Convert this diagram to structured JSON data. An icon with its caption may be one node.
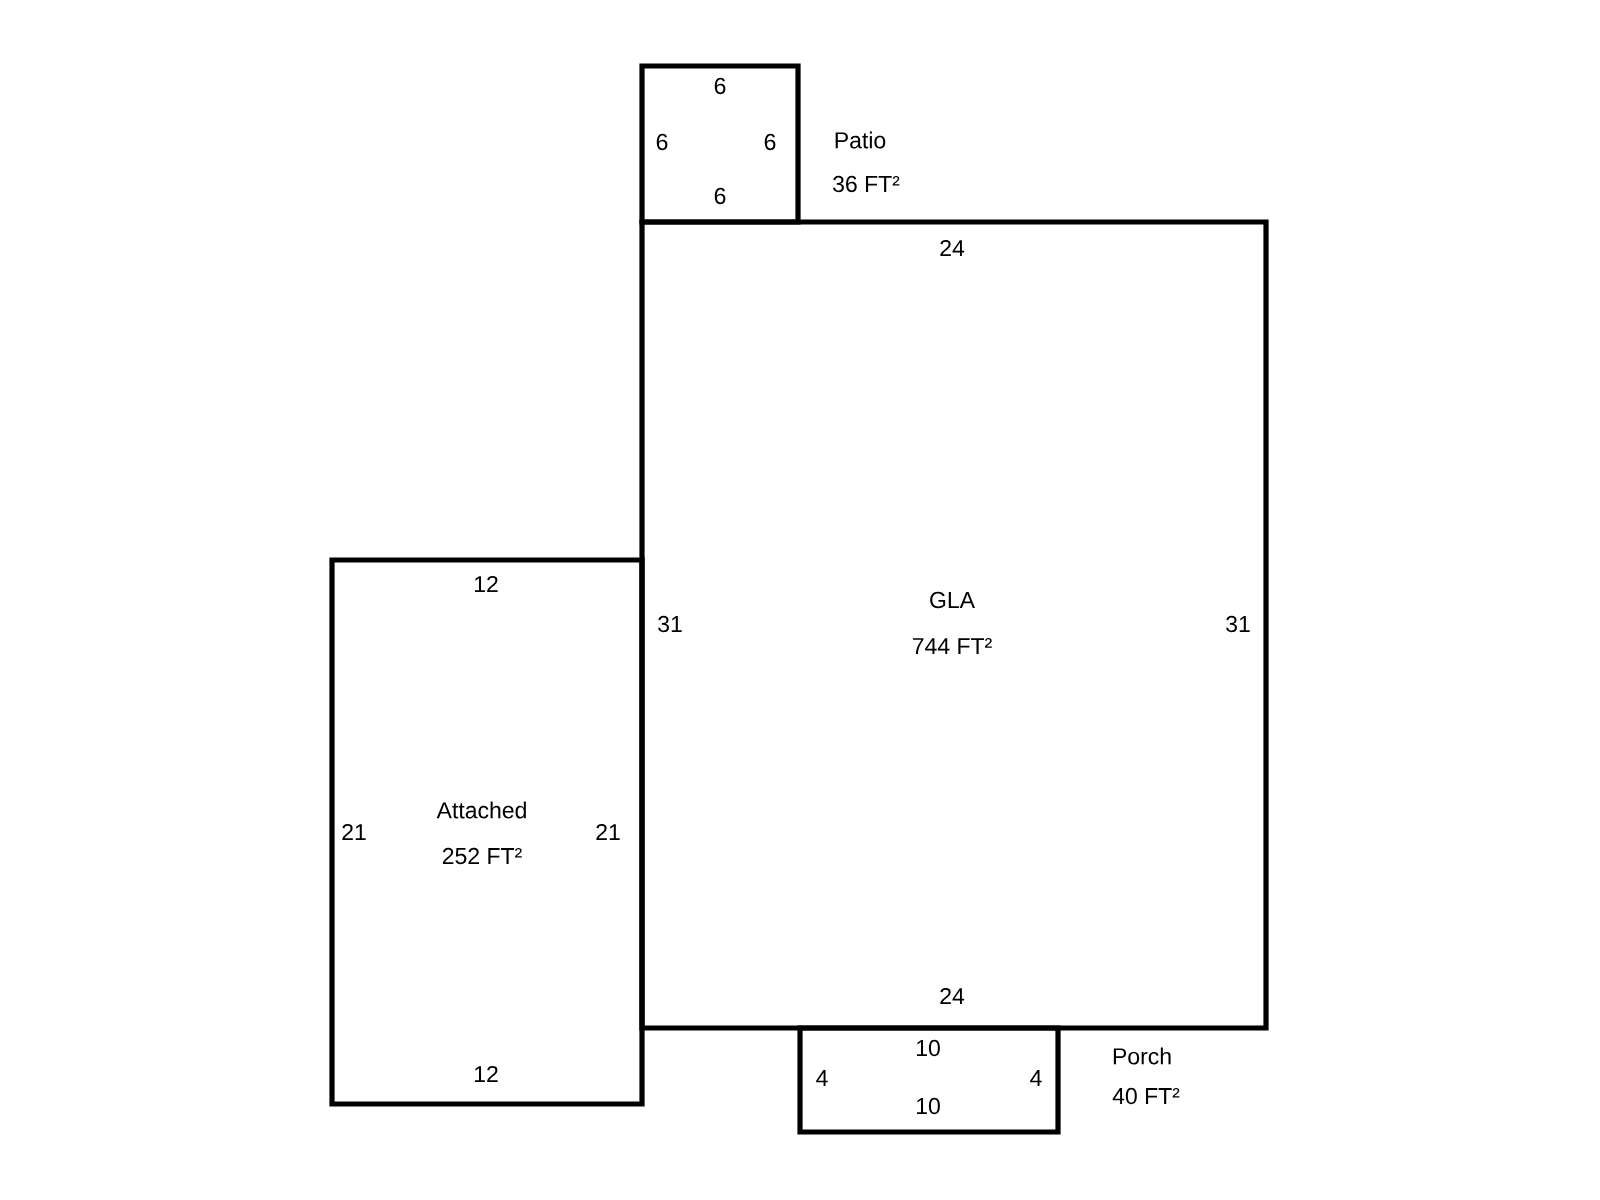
{
  "diagram": {
    "nodes": [
      {
        "text": [
          "Patio",
          "36 FT²"
        ]
      },
      {
        "text": [
          "GLA",
          "744 FT²"
        ]
      },
      {
        "text": [
          "Attached",
          "252 FT²"
        ]
      },
      {
        "text": [
          "Porch",
          "40 FT²"
        ]
      }
    ],
    "labels": [
      "6",
      "6",
      "6",
      "6",
      "24",
      "12",
      "31",
      "31",
      "21",
      "21",
      "24",
      "10",
      "12",
      "4",
      "4",
      "10"
    ]
  }
}
